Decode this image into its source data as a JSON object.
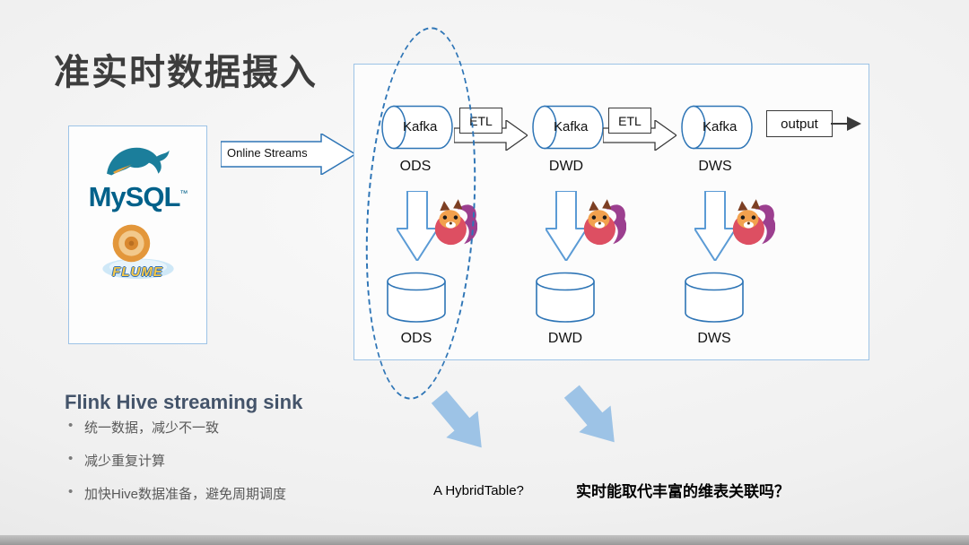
{
  "title": "准实时数据摄入",
  "sources": {
    "mysql_label": "MySQL",
    "mysql_tm": "™",
    "flume_label": "FLUME"
  },
  "flow": {
    "input_arrow_label": "Online Streams",
    "stages": [
      {
        "kafka": "Kafka",
        "topic": "ODS",
        "table": "ODS"
      },
      {
        "kafka": "Kafka",
        "topic": "DWD",
        "table": "DWD"
      },
      {
        "kafka": "Kafka",
        "topic": "DWS",
        "table": "DWS"
      }
    ],
    "etl1": "ETL",
    "etl2": "ETL",
    "output_label": "output"
  },
  "notes": {
    "heading": "Flink Hive streaming sink",
    "bullets": [
      "统一数据，减少不一致",
      "减少重复计算",
      "加快Hive数据准备，避免周期调度"
    ],
    "question_left": "A HybridTable?",
    "question_right": "实时能取代丰富的维表关联吗？"
  },
  "colors": {
    "accent_blue": "#2e75b6",
    "light_blue": "#9dc3e6",
    "flink_pink": "#dd4f62",
    "mysql_blue": "#00618a"
  }
}
